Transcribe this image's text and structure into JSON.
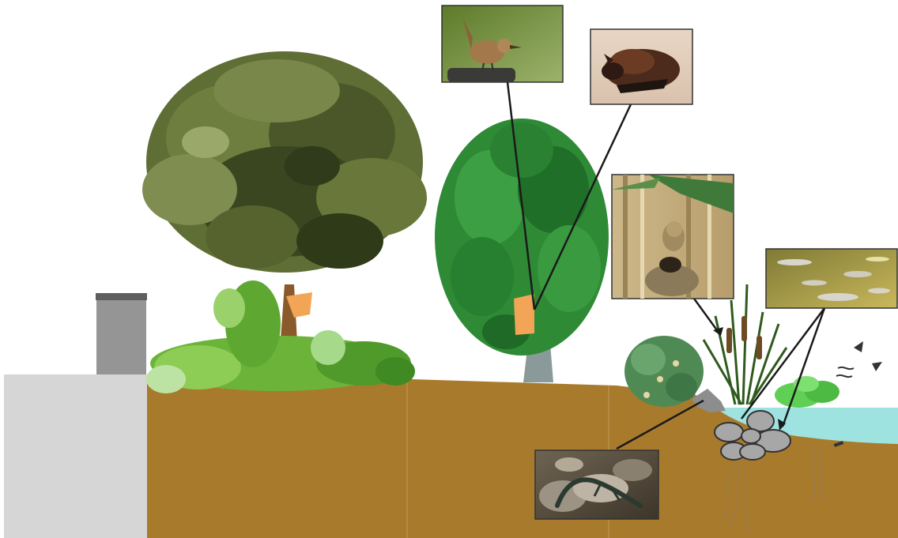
{
  "diagram": {
    "type": "habitat-cross-section",
    "colors": {
      "background": "#ffffff",
      "soil": "#a87a2c",
      "pavement": "#d6d6d6",
      "bin": "#959595",
      "bin_lid": "#5e5e5e",
      "water": "#9fe3e0",
      "large_tree_foliage": "#5f6e35",
      "large_tree_foliage_dark": "#3a4620",
      "small_tree_leaves": "#2f8a36",
      "trunk_grey": "#8a9a9a",
      "ivy": "#6cb33a",
      "nest_box": "#f2a557",
      "stones": "#a7a7a7",
      "connector_line": "#1a1a1a",
      "photo_border": "#333333"
    },
    "elements": [
      {
        "name": "pavement",
        "icon": "pavement-slab"
      },
      {
        "name": "wheelie-bin",
        "icon": "bin-icon"
      },
      {
        "name": "soil-bed",
        "icon": "soil"
      },
      {
        "name": "large-tree",
        "icon": "tree-icon"
      },
      {
        "name": "ivy-climber",
        "icon": "ivy-icon"
      },
      {
        "name": "nest-box-large-tree",
        "icon": "nest-box-icon"
      },
      {
        "name": "small-tree",
        "icon": "tree-icon"
      },
      {
        "name": "bat-box-small-tree",
        "icon": "nest-box-icon"
      },
      {
        "name": "shrub",
        "icon": "shrub-icon"
      },
      {
        "name": "rock-pile",
        "icon": "rock-icon"
      },
      {
        "name": "reeds-cattails",
        "icon": "reed-icon"
      },
      {
        "name": "pond",
        "icon": "water-icon"
      },
      {
        "name": "pond-stones",
        "icon": "stone-icon"
      },
      {
        "name": "aquatic-plant",
        "icon": "plant-icon"
      },
      {
        "name": "flying-insects",
        "icon": "insect-icon"
      }
    ],
    "photos": [
      {
        "name": "wren-photo",
        "depicts": "wren"
      },
      {
        "name": "bat-photo",
        "depicts": "bat"
      },
      {
        "name": "reed-warbler-nest-photo",
        "depicts": "reed-warbler"
      },
      {
        "name": "fish-photo",
        "depicts": "fish"
      },
      {
        "name": "lizard-photo",
        "depicts": "lizard"
      }
    ]
  }
}
